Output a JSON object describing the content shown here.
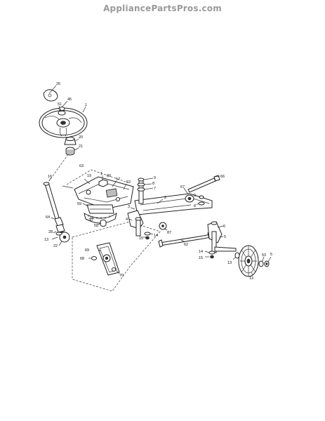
{
  "watermark": "AppliancePartsPros.com",
  "callouts": [
    {
      "id": "c26",
      "text": "26"
    },
    {
      "id": "c45",
      "text": "45"
    },
    {
      "id": "c51",
      "text": "51"
    },
    {
      "id": "c1",
      "text": "1"
    },
    {
      "id": "c20",
      "text": "20"
    },
    {
      "id": "c21",
      "text": "21"
    },
    {
      "id": "c63a",
      "text": "63"
    },
    {
      "id": "c19",
      "text": "19"
    },
    {
      "id": "c1b",
      "text": "1"
    },
    {
      "id": "c60",
      "text": "60"
    },
    {
      "id": "c57",
      "text": "57"
    },
    {
      "id": "c63b",
      "text": "63"
    },
    {
      "id": "c9",
      "text": "9"
    },
    {
      "id": "c8",
      "text": "8"
    },
    {
      "id": "c7",
      "text": "7"
    },
    {
      "id": "c66",
      "text": "66"
    },
    {
      "id": "c16",
      "text": "16"
    },
    {
      "id": "c67",
      "text": "67"
    },
    {
      "id": "c2",
      "text": "2"
    },
    {
      "id": "c3",
      "text": "3"
    },
    {
      "id": "c59",
      "text": "59"
    },
    {
      "id": "c9b",
      "text": "9"
    },
    {
      "id": "c8b",
      "text": "8"
    },
    {
      "id": "c4",
      "text": "4"
    },
    {
      "id": "c30",
      "text": "30"
    },
    {
      "id": "c58",
      "text": "58"
    },
    {
      "id": "c64",
      "text": "64"
    },
    {
      "id": "c6",
      "text": "6"
    },
    {
      "id": "c14",
      "text": "14"
    },
    {
      "id": "c15",
      "text": "15"
    },
    {
      "id": "c28",
      "text": "28"
    },
    {
      "id": "c13",
      "text": "13"
    },
    {
      "id": "c22",
      "text": "22"
    },
    {
      "id": "c87",
      "text": "87"
    },
    {
      "id": "c5",
      "text": "5"
    },
    {
      "id": "c62",
      "text": "62"
    },
    {
      "id": "c69",
      "text": "69"
    },
    {
      "id": "c68",
      "text": "68"
    },
    {
      "id": "c70",
      "text": "70"
    },
    {
      "id": "c14b",
      "text": "14"
    },
    {
      "id": "c15b",
      "text": "15"
    },
    {
      "id": "c13b",
      "text": "13"
    },
    {
      "id": "c53",
      "text": "53"
    },
    {
      "id": "c5b",
      "text": "5"
    },
    {
      "id": "c13c",
      "text": "13"
    }
  ]
}
